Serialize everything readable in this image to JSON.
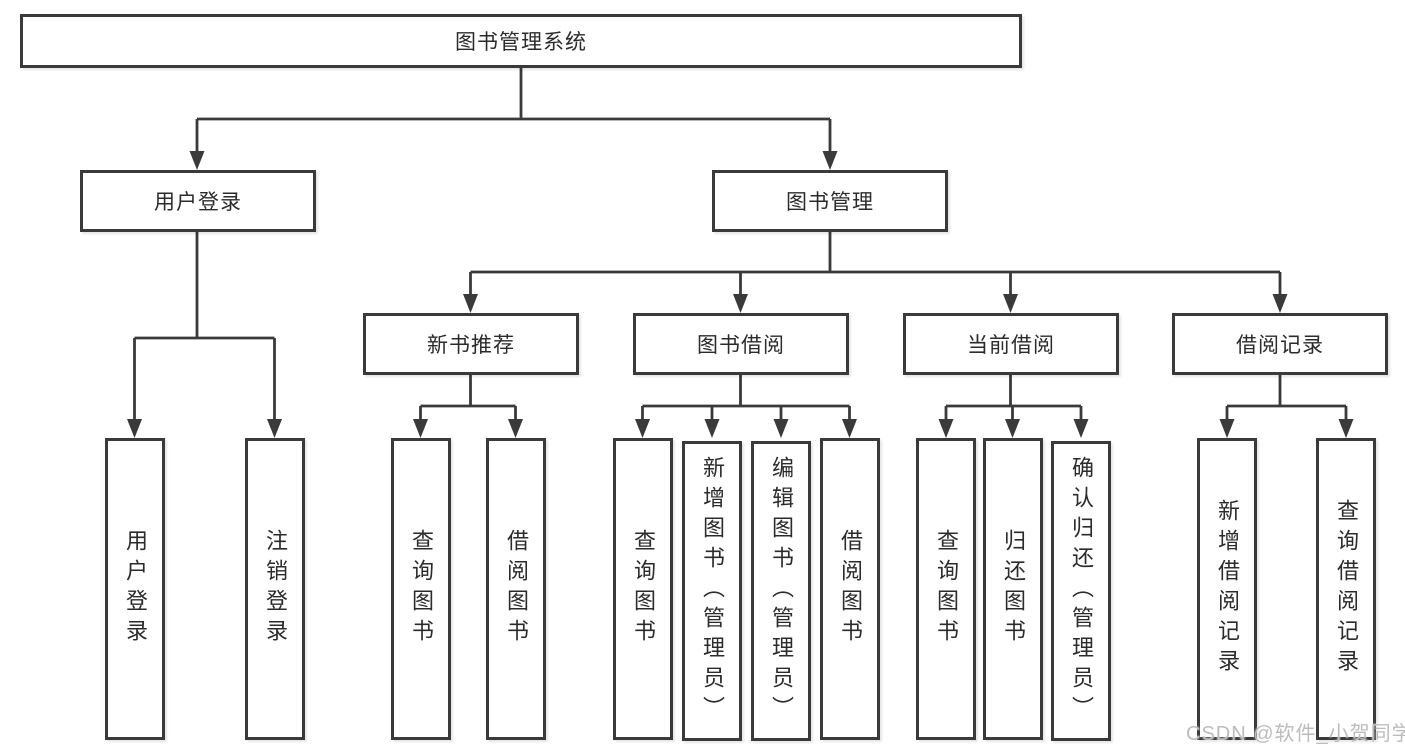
{
  "nodes": {
    "root": "图书管理系统",
    "user_login": "用户登录",
    "book_mgmt": "图书管理",
    "new_book": "新书推荐",
    "book_borrow": "图书借阅",
    "current_borrow": "当前借阅",
    "borrow_record": "借阅记录",
    "leaf_user_login": "用户登录",
    "leaf_logout": "注销登录",
    "leaf_query_book_a": "查询图书",
    "leaf_borrow_book_a": "借阅图书",
    "leaf_query_book_b": "查询图书",
    "leaf_add_book": "新增图书（管理员）",
    "leaf_edit_book": "编辑图书（管理员）",
    "leaf_borrow_book_b": "借阅图书",
    "leaf_query_book_c": "查询图书",
    "leaf_return_book": "归还图书",
    "leaf_confirm_return": "确认归还（管理员）",
    "leaf_add_record": "新增借阅记录",
    "leaf_query_record": "查询借阅记录"
  },
  "watermark": "CSDN @软件_小贺同学",
  "colors": {
    "line": "#3a3a3a",
    "text": "#2b2b2b",
    "watermark_text": "#bcbcbc",
    "background": "#ffffff"
  }
}
